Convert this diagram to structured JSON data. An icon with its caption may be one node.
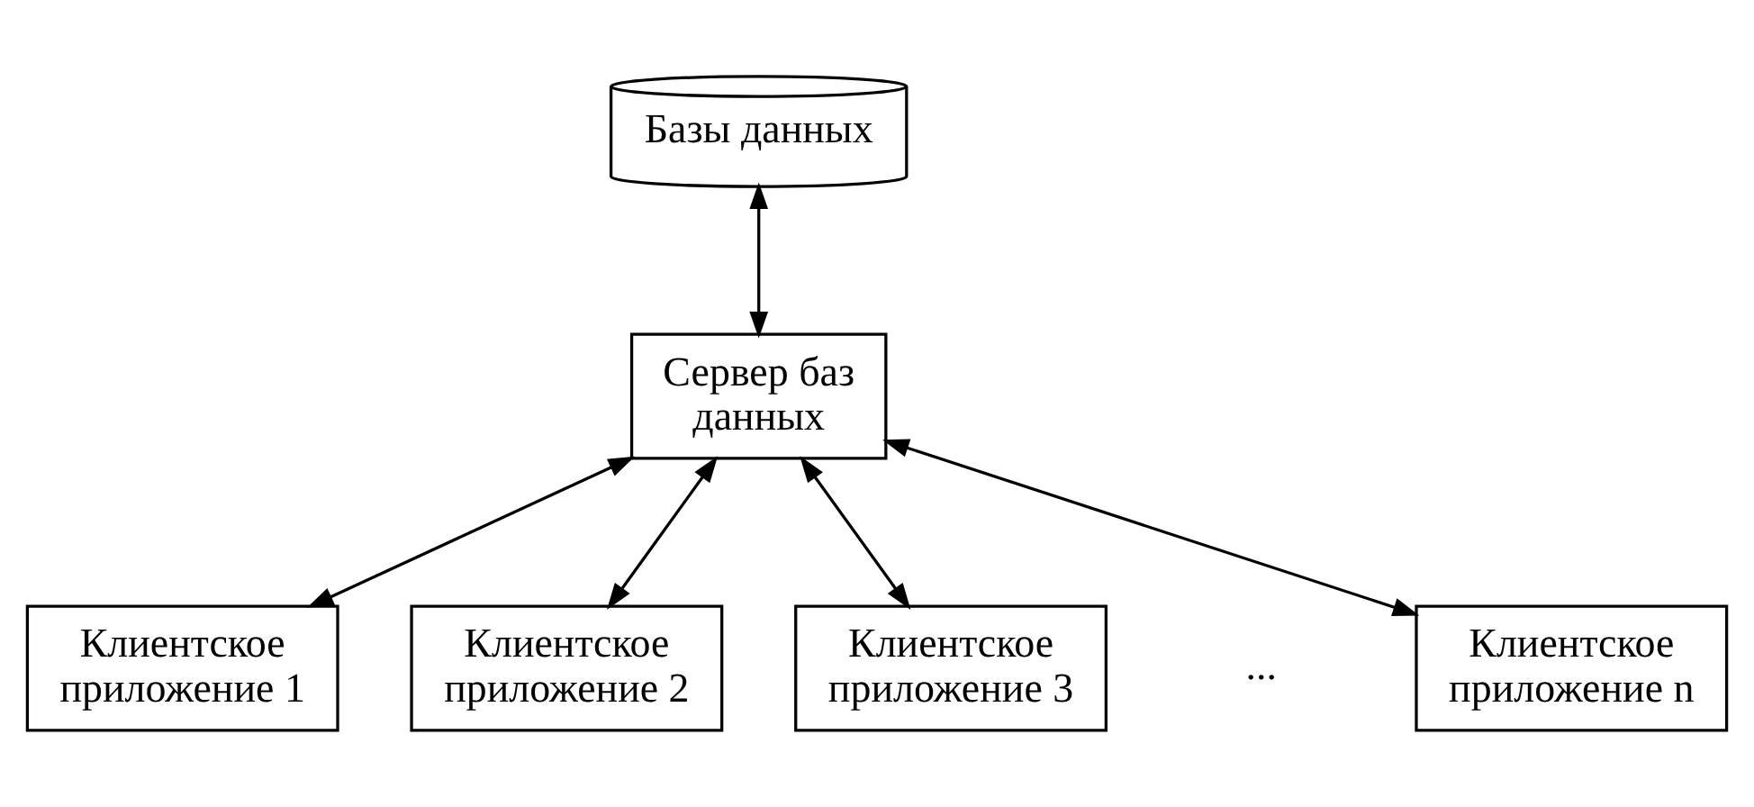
{
  "diagram": {
    "nodes": [
      {
        "text": [
          "Базы данных"
        ]
      },
      {
        "text": [
          "Сервер баз данных"
        ]
      },
      {
        "text": [
          "Клиентское приложение 1"
        ]
      },
      {
        "text": [
          "Клиентское приложение 2"
        ]
      },
      {
        "text": [
          "Клиентское приложение 3"
        ]
      },
      {
        "text": [
          "Клиентское приложение n"
        ]
      }
    ],
    "edges": [
      {
        "from": 0,
        "to": 1,
        "arrow": "both"
      },
      {
        "from": 1,
        "to": 2,
        "arrow": "both"
      },
      {
        "from": 1,
        "to": 3,
        "arrow": "both"
      },
      {
        "from": 1,
        "to": 4,
        "arrow": "both"
      },
      {
        "from": 1,
        "to": 5,
        "arrow": "both"
      }
    ],
    "labels": [
      "..."
    ]
  }
}
